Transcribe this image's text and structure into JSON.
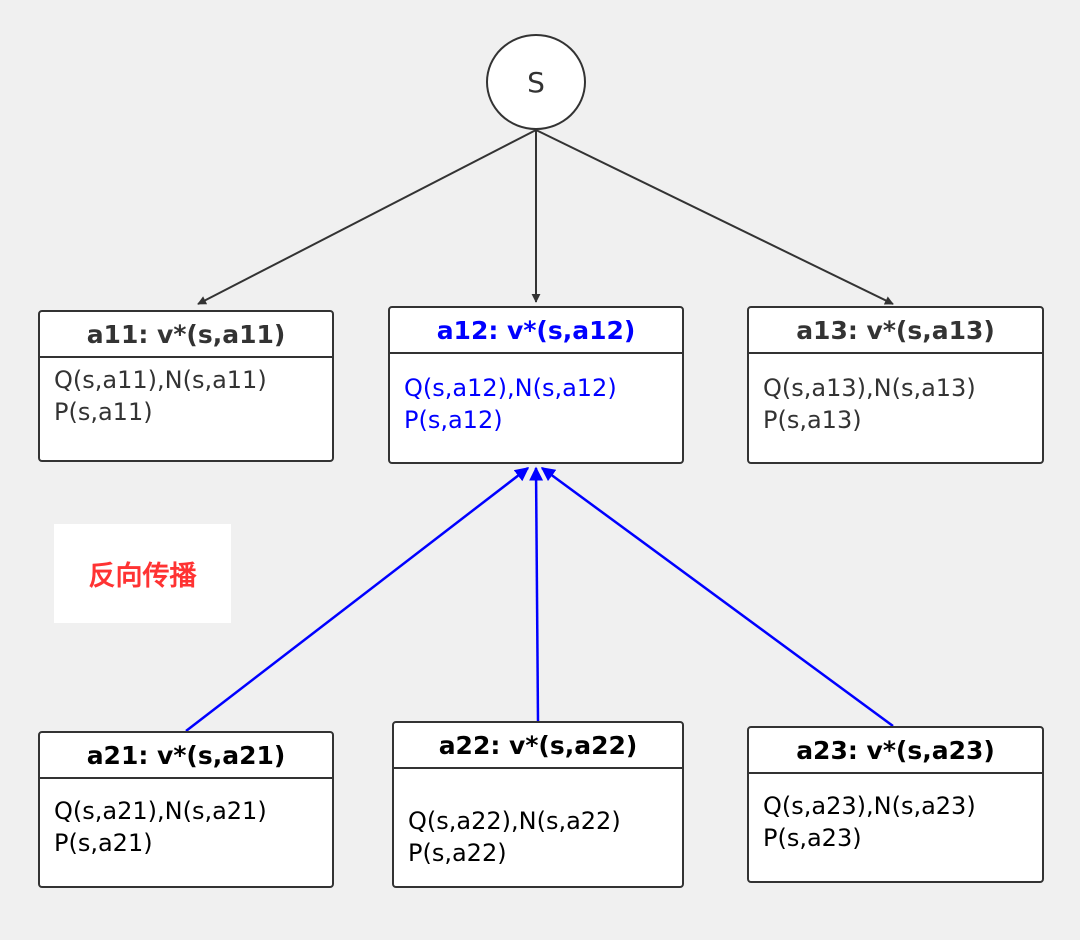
{
  "root": {
    "label": "S"
  },
  "colors": {
    "edge_forward": "#333333",
    "edge_backprop": "#0000ff",
    "highlight": "#0000ff",
    "annotation": "#ff3333"
  },
  "nodes": {
    "a11": {
      "title": "a11: v*(s,a11)",
      "line1": "Q(s,a11),N(s,a11)",
      "line2": "P(s,a11)"
    },
    "a12": {
      "title": "a12: v*(s,a12)",
      "line1": "Q(s,a12),N(s,a12)",
      "line2": "P(s,a12)"
    },
    "a13": {
      "title": "a13: v*(s,a13)",
      "line1": "Q(s,a13),N(s,a13)",
      "line2": "P(s,a13)"
    },
    "a21": {
      "title": "a21: v*(s,a21)",
      "line1": "Q(s,a21),N(s,a21)",
      "line2": "P(s,a21)"
    },
    "a22": {
      "title": "a22: v*(s,a22)",
      "line1": "Q(s,a22),N(s,a22)",
      "line2": "P(s,a22)"
    },
    "a23": {
      "title": "a23: v*(s,a23)",
      "line1": "Q(s,a23),N(s,a23)",
      "line2": "P(s,a23)"
    }
  },
  "annotation": {
    "label": "反向传播"
  }
}
